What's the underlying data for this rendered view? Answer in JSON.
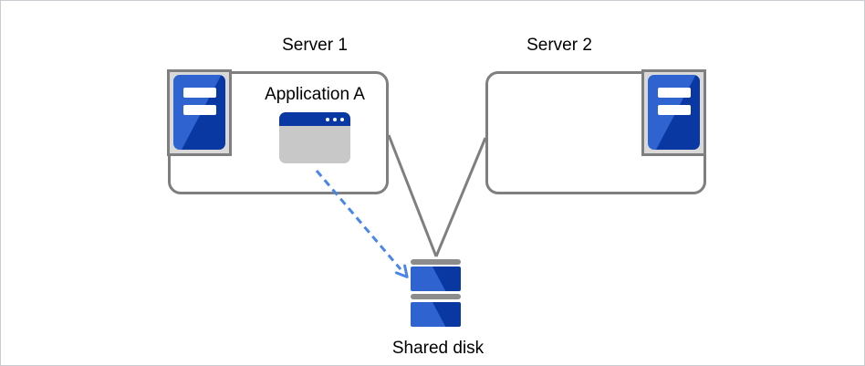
{
  "labels": {
    "server1": "Server 1",
    "server2": "Server 2",
    "application": "Application A",
    "shared_disk": "Shared disk"
  },
  "icons": {
    "server1_icon": "server-tower-icon",
    "server2_icon": "server-tower-icon",
    "application_icon": "app-window-icon",
    "shared_disk_icon": "disk-stack-icon",
    "flow_icon": "dashed-arrow-icon"
  },
  "colors": {
    "text_color": "#000000",
    "box_border": "#7f7f7f",
    "connector_gray": "#7f7f7f",
    "icon_frame_bg": "#d9d9d9",
    "icon_frame_border": "#7f7f7f",
    "blue_light": "#2e63d0",
    "blue_dark": "#0a38a3",
    "titlebar_blue": "#0a38a3",
    "window_body_gray": "#c8c8c8",
    "arrow_blue": "#4a86e8",
    "disk_cap_gray": "#8c8c8c"
  }
}
